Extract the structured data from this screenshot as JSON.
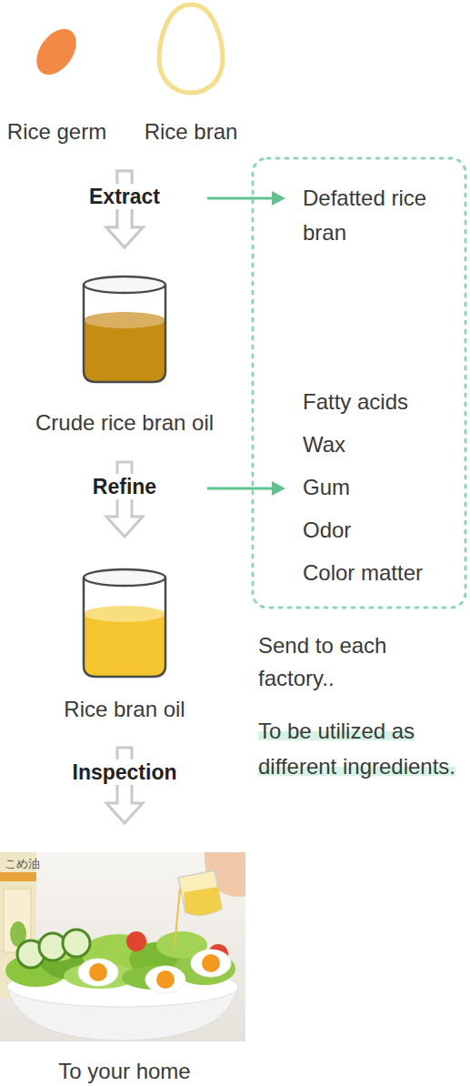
{
  "diagram": {
    "nodes": [
      {
        "text": [
          "Rice germ"
        ]
      },
      {
        "text": [
          "Rice bran"
        ]
      },
      {
        "text": [
          "Defatted rice bran",
          "Fatty acids",
          "Wax",
          "Gum",
          "Odor",
          "Color matter"
        ]
      },
      {
        "text": [
          "Crude rice bran oil"
        ]
      },
      {
        "text": [
          "Rice bran oil"
        ]
      },
      {
        "text": [
          "To your home"
        ]
      }
    ],
    "edges": [
      {
        "from": 0,
        "to": 3,
        "label": "Extract",
        "arrow": "to"
      },
      {
        "from": 1,
        "to": 3,
        "arrow": "to"
      },
      {
        "from": 3,
        "to": 4,
        "label": "Refine",
        "arrow": "to"
      },
      {
        "from": 4,
        "to": 5,
        "label": "Inspection",
        "arrow": "to"
      }
    ],
    "labels": [
      "Send to each factory..",
      "To be utilized as different ingredients.",
      "こめ油"
    ]
  }
}
